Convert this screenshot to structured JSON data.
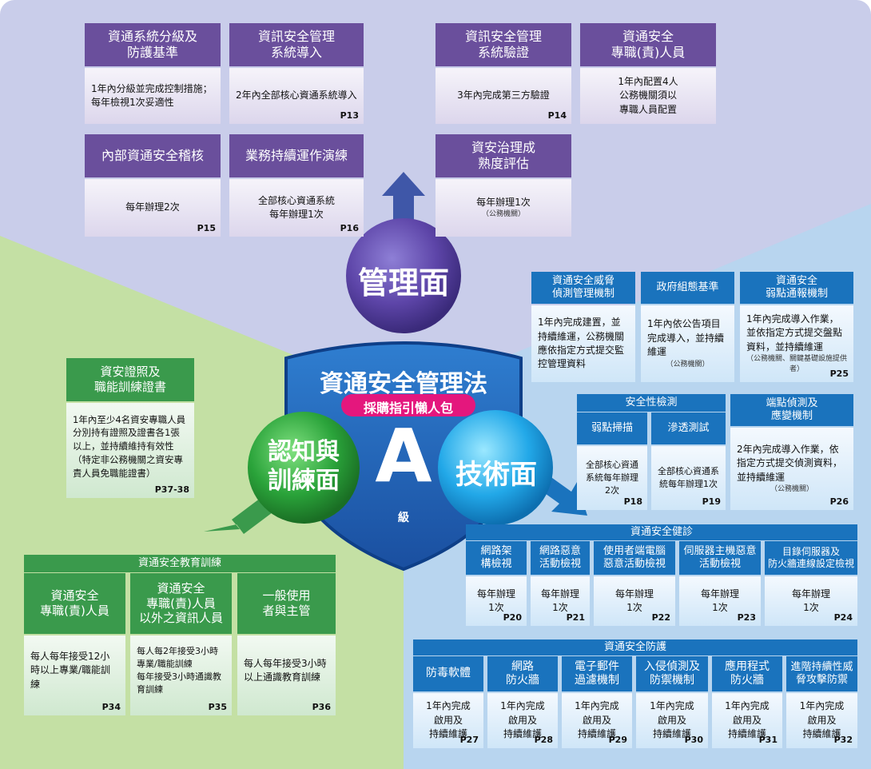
{
  "management": {
    "label": "管理面",
    "cards": [
      {
        "title": "資通系統分級及\n防護基準",
        "body": "1年內分級並完成控制措施；每年檢視1次妥適性",
        "page": ""
      },
      {
        "title": "資訊安全管理\n系統導入",
        "body": "2年內全部核心資通系統導入",
        "page": "P13"
      },
      {
        "title": "資訊安全管理\n系統驗證",
        "body": "3年內完成第三方驗證",
        "page": "P14"
      },
      {
        "title": "資通安全\n專職(責)人員",
        "body": "1年內配置4人\n公務機關須以\n專職人員配置",
        "page": ""
      },
      {
        "title": "內部資通安全稽核",
        "body": "每年辦理2次",
        "page": "P15"
      },
      {
        "title": "業務持續運作演練",
        "body": "全部核心資通系統\n每年辦理1次",
        "page": "P16"
      },
      {
        "title": "資安治理成\n熟度評估",
        "body": "每年辦理1次",
        "note": "（公務機關）",
        "page": ""
      }
    ]
  },
  "center": {
    "title": "資通安全管理法",
    "subtitle": "採購指引懶人包",
    "grade_letter": "A",
    "grade_suffix": "級"
  },
  "awareness": {
    "label": "認知與\n訓練面",
    "cert_card": {
      "title": "資安證照及\n職能訓練證書",
      "body": "1年內至少4名資安專職人員分別持有證照及證書各1張以上，並持續維持有效性（特定非公務機關之資安專責人員免職能證書）",
      "page": "P37-38"
    },
    "training": {
      "group_title": "資通安全教育訓練",
      "cards": [
        {
          "title": "資通安全\n專職(責)人員",
          "body": "每人每年接受12小時以上專業/職能訓練",
          "page": "P34"
        },
        {
          "title": "資通安全\n專職(責)人員\n以外之資訊人員",
          "body": "每人每2年接受3小時專業/職能訓練\n每年接受3小時通識教育訓練",
          "page": "P35"
        },
        {
          "title": "一般使用\n者與主管",
          "body": "每人每年接受3小時以上通識教育訓練",
          "page": "P36"
        }
      ]
    }
  },
  "technical": {
    "label": "技術面",
    "top_cards": [
      {
        "title": "資通安全威脅\n偵測管理機制",
        "body": "1年內完成建置，並持續維運，公務機關應依指定方式提交監控管理資料",
        "note": "",
        "page": ""
      },
      {
        "title": "政府組態基準",
        "body": "1年內依公告項目完成導入，並持續維運",
        "note": "（公務機關）",
        "page": ""
      },
      {
        "title": "資通安全\n弱點通報機制",
        "body": "1年內完成導入作業，並依指定方式提交盤點資料，並持續維運",
        "note": "（公務機關、關鍵基礎設施提供者）",
        "page": "P25"
      }
    ],
    "security_testing": {
      "group_title": "安全性檢測",
      "cards": [
        {
          "title": "弱點掃描",
          "body": "全部核心資通系統每年辦理2次",
          "page": "P18"
        },
        {
          "title": "滲透測試",
          "body": "全部核心資通系統每年辦理1次",
          "page": "P19"
        }
      ]
    },
    "endpoint": {
      "title": "端點偵測及\n應變機制",
      "body": "2年內完成導入作業，依指定方式提交偵測資料，並持續維運",
      "note": "（公務機關）",
      "page": "P26"
    },
    "health_check": {
      "group_title": "資通安全健診",
      "cards": [
        {
          "title": "網路架\n構檢視",
          "body": "每年辦理\n1次",
          "page": "P20"
        },
        {
          "title": "網路惡意\n活動檢視",
          "body": "每年辦理\n1次",
          "page": "P21"
        },
        {
          "title": "使用者端電腦\n惡意活動檢視",
          "body": "每年辦理\n1次",
          "page": "P22"
        },
        {
          "title": "伺服器主機惡意\n活動檢視",
          "body": "每年辦理\n1次",
          "page": "P23"
        },
        {
          "title": "目錄伺服器及\n防火牆連線設定檢視",
          "body": "每年辦理\n1次",
          "page": "P24"
        }
      ]
    },
    "protection": {
      "group_title": "資通安全防護",
      "cards": [
        {
          "title": "防毒軟體",
          "body": "1年內完成\n啟用及\n持續維護",
          "page": "P27"
        },
        {
          "title": "網路\n防火牆",
          "body": "1年內完成\n啟用及\n持續維護",
          "page": "P28"
        },
        {
          "title": "電子郵件\n過濾機制",
          "body": "1年內完成\n啟用及\n持續維護",
          "page": "P29"
        },
        {
          "title": "入侵偵測及\n防禦機制",
          "body": "1年內完成\n啟用及\n持續維護",
          "page": "P30"
        },
        {
          "title": "應用程式\n防火牆",
          "body": "1年內完成\n啟用及\n持續維護",
          "page": "P31"
        },
        {
          "title": "進階持續性威\n脅攻擊防禦",
          "body": "1年內完成\n啟用及\n持續維護",
          "page": "P32"
        }
      ]
    }
  },
  "colors": {
    "purple": "#6a4f9c",
    "blue": "#1a73bd",
    "green": "#3a9a4c",
    "pink": "#e4177d"
  }
}
